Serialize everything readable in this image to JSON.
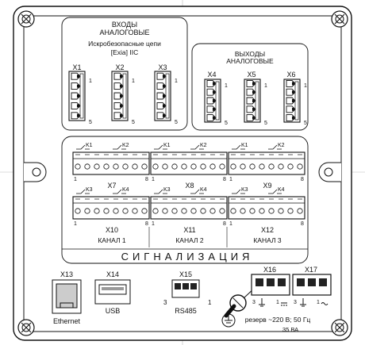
{
  "inputs": {
    "title_line1": "ВХОДЫ",
    "title_line2": "АНАЛОГОВЫЕ",
    "subtitle_line1": "Искробезопасные цепи",
    "subtitle_line2": "[Exia] IIC",
    "connectors": [
      "X1",
      "X2",
      "X3"
    ]
  },
  "outputs": {
    "title_line1": "ВЫХОДЫ",
    "title_line2": "АНАЛОГОВЫЕ",
    "connectors": [
      "X4",
      "X5",
      "X6"
    ]
  },
  "pin_labels": {
    "first": "1",
    "last": "5"
  },
  "relay_labels": {
    "k1": "K1",
    "k2": "K2",
    "k3": "K3",
    "k4": "K4"
  },
  "relay_pins": {
    "first": "1",
    "last": "8"
  },
  "signal_connectors": {
    "top": [
      "X7",
      "X8",
      "X9"
    ],
    "bottom": [
      "X10",
      "X11",
      "X12"
    ]
  },
  "channels": [
    "КАНАЛ 1",
    "КАНАЛ 2",
    "КАНАЛ 3"
  ],
  "signal_title": "СИГНАЛИЗАЦИЯ",
  "ports": {
    "x13": {
      "label": "X13",
      "name": "Ethernet"
    },
    "x14": {
      "label": "X14",
      "name": "USB"
    },
    "x15": {
      "label": "X15",
      "name": "RS485",
      "pin_left": "3",
      "pin_right": "1"
    },
    "x16": {
      "label": "X16",
      "pin3": "3",
      "pin1": "1"
    },
    "x17": {
      "label": "X17",
      "pin3": "3",
      "pin1": "1"
    }
  },
  "power": {
    "text": "резерв ~220 В; 50 Гц",
    "rating": "35 ВА"
  }
}
